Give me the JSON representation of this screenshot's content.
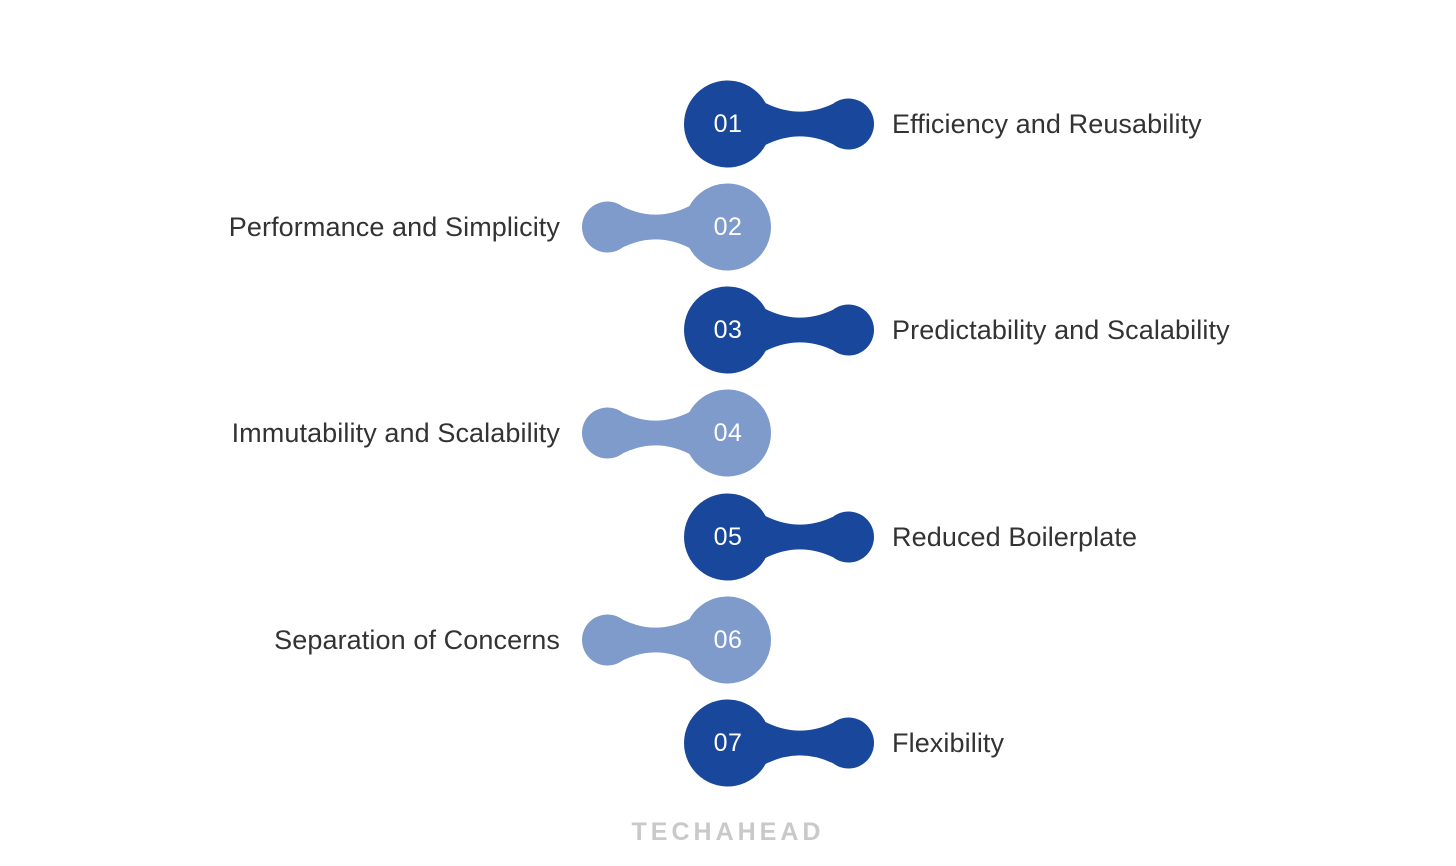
{
  "page": {
    "background_color": "#ffffff",
    "watermark": "TECHAHEAD"
  },
  "theme": {
    "dark_blue": "#18479B",
    "light_blue": "#7E9BCB",
    "label_color": "#333333",
    "number_color": "#ffffff",
    "watermark_color": "#c9c9c9"
  },
  "chart_data": {
    "type": "diagram",
    "title": "",
    "layout": "alternating-zigzag-list",
    "items": [
      {
        "number": "01",
        "label": "Efficiency and Reusability",
        "side": "right",
        "color": "#18479B"
      },
      {
        "number": "02",
        "label": "Performance and Simplicity",
        "side": "left",
        "color": "#7E9BCB"
      },
      {
        "number": "03",
        "label": "Predictability and Scalability",
        "side": "right",
        "color": "#18479B"
      },
      {
        "number": "04",
        "label": "Immutability and Scalability",
        "side": "left",
        "color": "#7E9BCB"
      },
      {
        "number": "05",
        "label": "Reduced Boilerplate",
        "side": "right",
        "color": "#18479B"
      },
      {
        "number": "06",
        "label": "Separation of Concerns",
        "side": "left",
        "color": "#7E9BCB"
      },
      {
        "number": "07",
        "label": "Flexibility",
        "side": "right",
        "color": "#18479B"
      }
    ]
  },
  "items": [
    {
      "number": "01",
      "label": "Efficiency and Reusability"
    },
    {
      "number": "02",
      "label": "Performance and Simplicity"
    },
    {
      "number": "03",
      "label": "Predictability and Scalability"
    },
    {
      "number": "04",
      "label": "Immutability and Scalability"
    },
    {
      "number": "05",
      "label": "Reduced Boilerplate"
    },
    {
      "number": "06",
      "label": "Separation of Concerns"
    },
    {
      "number": "07",
      "label": "Flexibility"
    }
  ]
}
